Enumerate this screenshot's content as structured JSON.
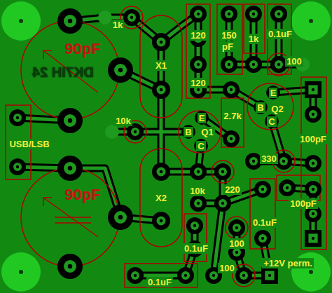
{
  "diagram": {
    "labels": [
      "1k",
      "90pF",
      "DK7IH 24",
      "X1",
      "120",
      "150",
      "pF",
      "1k",
      "0.1uF",
      "100",
      "120",
      "E",
      "B",
      "Q2",
      "C",
      "2.7k",
      "10k",
      "E",
      "B",
      "Q1",
      "C",
      "USB/LSB",
      "100pF",
      "330",
      "90pF",
      "X2",
      "10k",
      "220",
      "100pF",
      "0.1uF",
      "0.1uF",
      "100",
      "+12V perm.",
      "100",
      "0.1uF"
    ]
  }
}
